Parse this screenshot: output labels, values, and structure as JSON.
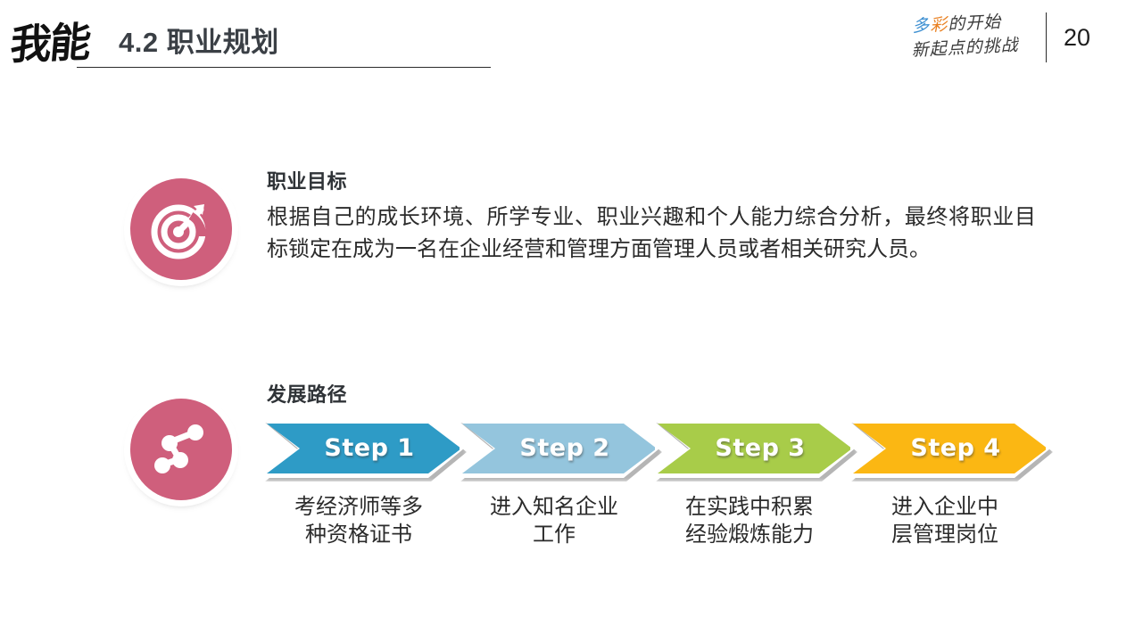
{
  "header": {
    "logo_text": "我能",
    "title": "4.2 职业规划",
    "tagline_line1_a": "多",
    "tagline_line1_b": "彩",
    "tagline_line1_c": "的开始",
    "tagline_line2": "新起点的挑战",
    "page_number": "20"
  },
  "goal": {
    "icon": "target-icon",
    "heading": "职业目标",
    "paragraph": "根据自己的成长环境、所学专业、职业兴趣和个人能力综合分析，最终将职业目标锁定在成为一名在企业经营和管理方面管理人员或者相关研究人员。"
  },
  "path": {
    "icon": "share-network-icon",
    "heading": "发展路径",
    "steps": [
      {
        "label": "Step 1",
        "color": "#2e9bc6",
        "caption_line1": "考经济师等多",
        "caption_line2": "种资格证书"
      },
      {
        "label": "Step 2",
        "color": "#94c5dd",
        "caption_line1": "进入知名企业",
        "caption_line2": "工作"
      },
      {
        "label": "Step 3",
        "color": "#a8cc49",
        "caption_line1": "在实践中积累",
        "caption_line2": "经验煅炼能力"
      },
      {
        "label": "Step 4",
        "color": "#fbb713",
        "caption_line1": "进入企业中",
        "caption_line2": "层管理岗位"
      }
    ]
  },
  "theme": {
    "badge_color": "#cf5f7c",
    "title_color": "#3a3f45",
    "text_color": "#2b2b2b"
  }
}
